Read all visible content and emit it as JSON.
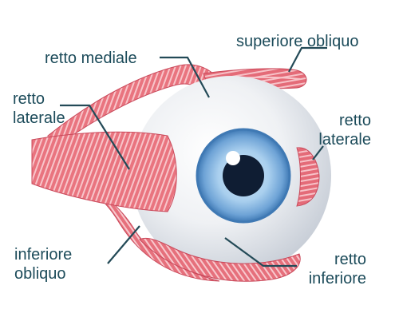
{
  "diagram": {
    "colors": {
      "muscle_fill": "#e9747f",
      "muscle_light": "#f6bcc2",
      "muscle_stripe": "#fde6e8",
      "muscle_outline": "#c9485a",
      "eyeball": "#eff1f4",
      "eyeball_shade": "#c9cfd8",
      "iris_outer": "#3f79b4",
      "iris_inner": "#a9cfee",
      "pupil": "#0f1d33",
      "leader_line": "#234a57",
      "label_text": "#1c4b5a"
    },
    "labels": {
      "superior_oblique": [
        "superiore obliquo"
      ],
      "medial_rectus": [
        "retto mediale"
      ],
      "lateral_rectus_left": [
        "retto",
        "laterale"
      ],
      "lateral_rectus_right": [
        "retto",
        "laterale"
      ],
      "inferior_oblique": [
        "inferiore",
        "obliquo"
      ],
      "inferior_rectus": [
        "retto",
        "inferiore"
      ]
    }
  }
}
